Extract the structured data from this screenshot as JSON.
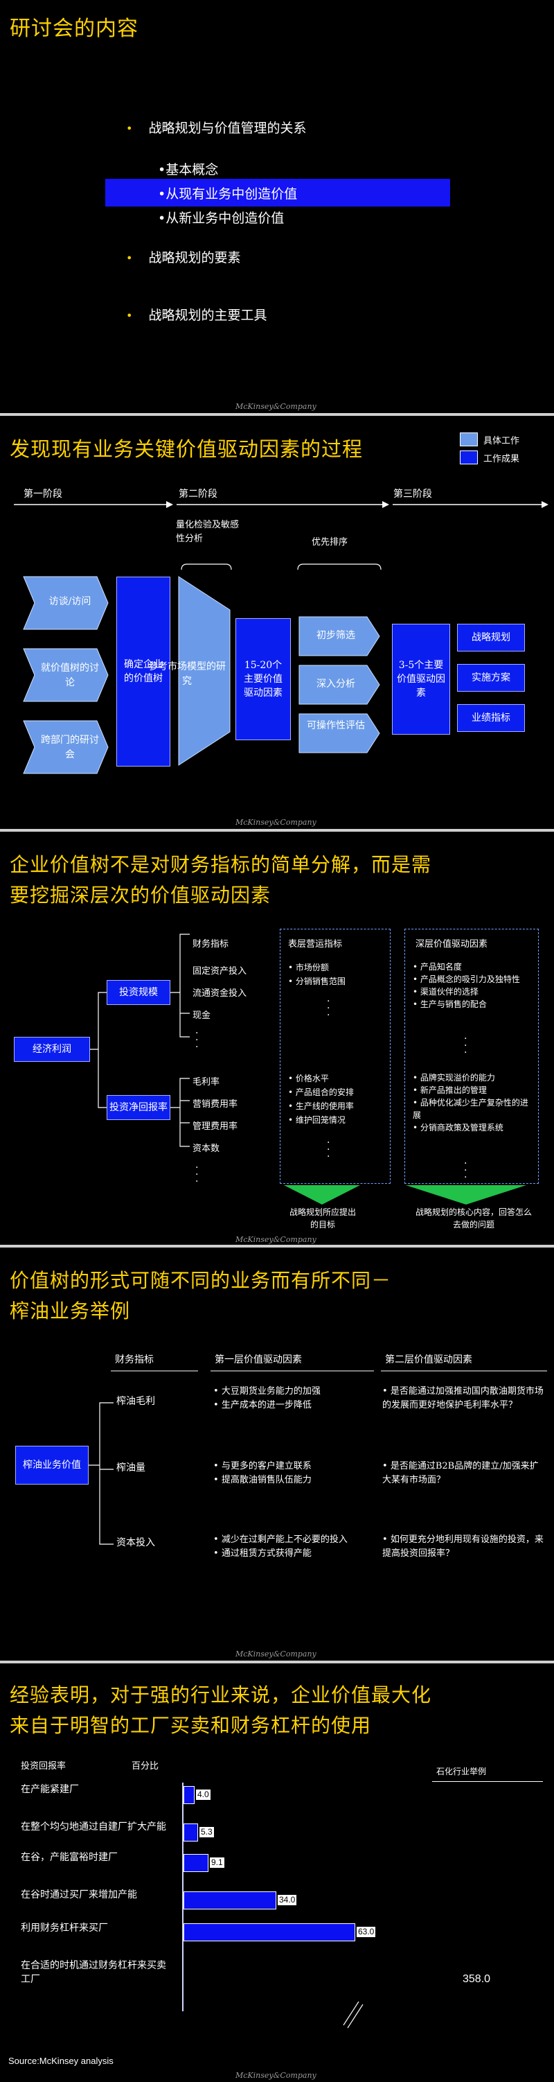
{
  "footer_brand": "McKinsey&Company",
  "slide1": {
    "title": "研讨会的内容",
    "items": [
      "战略规划与价值管理的关系",
      "战略规划的要素",
      "战略规划的主要工具"
    ],
    "subitems": [
      "基本概念",
      "从现有业务中创造价值",
      "从新业务中创造价值"
    ],
    "highlight_color": "#1414f5"
  },
  "slide2": {
    "title": "发现现有业务关键价值驱动因素的过程",
    "legend": [
      "具体工作",
      "工作成果"
    ],
    "phases": [
      "第一阶段",
      "第二阶段",
      "第三阶段"
    ],
    "notes": [
      "量化检验及敏感性分析",
      "优先排序"
    ],
    "left_arrows": [
      "访谈/访问",
      "就价值树的讨论",
      "跨部门的研讨会"
    ],
    "box_value_tree": "确定企业的价值树",
    "funnel": "参考市场模型的研究",
    "box_drivers": "15-20个主要价值驱动因素",
    "mid_arrows": [
      "初步筛选",
      "深入分析",
      "可操作性评估"
    ],
    "box_key": "3-5个主要价值驱动因素",
    "outputs": [
      "战略规划",
      "实施方案",
      "业绩指标"
    ]
  },
  "slide3": {
    "title_line1": "企业价值树不是对财务指标的简单分解，而是需",
    "title_line2": "要挖掘深层次的价值驱动因素",
    "root": "经济利润",
    "level1": [
      "投资规模",
      "投资净回报率"
    ],
    "col_headers": [
      "财务指标",
      "表层营运指标",
      "深层价值驱动因素"
    ],
    "fin_top": [
      "固定资产投入",
      "流通资金投入",
      "现金"
    ],
    "fin_bottom": [
      "毛利率",
      "营销费用率",
      "管理费用率",
      "资本数"
    ],
    "surface_top": [
      "市场份额",
      "分销销售范围"
    ],
    "surface_bottom": [
      "价格水平",
      "产品组合的安排",
      "生产线的使用率",
      "维护回笼情况"
    ],
    "deep_top": [
      "产品知名度",
      "产品概念的吸引力及独特性",
      "渠道伙伴的选择",
      "生产与销售的配合"
    ],
    "deep_bottom": [
      "品牌实现溢价的能力",
      "新产品推出的管理",
      "品种优化减少生产复杂性的进展",
      "分销商政策及管理系统"
    ],
    "arrow_left": "战略规划所应提出的目标",
    "arrow_right": "战略规划的核心内容，回答怎么去做的问题"
  },
  "slide4": {
    "title_line1": "价值树的形式可随不同的业务而有所不同－",
    "title_line2": "榨油业务举例",
    "headers": [
      "财务指标",
      "第一层价值驱动因素",
      "第二层价值驱动因素"
    ],
    "root": "榨油业务价值",
    "rows": [
      {
        "metric": "榨油毛利",
        "l1": [
          "大豆期货业务能力的加强",
          "生产成本的进一步降低"
        ],
        "l2": [
          "是否能通过加强推动国内散油期货市场的发展而更好地保护毛利率水平？"
        ]
      },
      {
        "metric": "榨油量",
        "l1": [
          "与更多的客户建立联系",
          "提高散油销售队伍能力"
        ],
        "l2": [
          "是否能通过B2B品牌的建立/加强来扩大某有市场面？"
        ]
      },
      {
        "metric": "资本投入",
        "l1": [
          "减少在过剩产能上不必要的投入",
          "通过租赁方式获得产能"
        ],
        "l2": [
          "如何更充分地利用现有设施的投资，来提高投资回报率？"
        ]
      }
    ]
  },
  "slide5": {
    "title_line1": "经验表明，对于强的行业来说，企业价值最大化",
    "title_line2": "来自于明智的工厂买卖和财务杠杆的使用",
    "axis_label_left": "投资回报率",
    "axis_label_unit": "百分比",
    "example_label": "石化行业举例",
    "source": "Source:McKinsey analysis"
  },
  "chart_data": {
    "type": "bar",
    "orientation": "horizontal",
    "title": "",
    "xlabel": "百分比",
    "ylabel": "投资回报率",
    "categories": [
      "在产能紧建厂",
      "在整个均匀地通过自建厂扩大产能",
      "在谷，产能富裕时建厂",
      "在谷时通过买厂来增加产能",
      "利用财务杠杆来买厂",
      "在合适的时机通过财务杠杆来买卖工厂"
    ],
    "values": [
      4.0,
      5.3,
      9.1,
      34.0,
      63.0,
      358.0
    ],
    "value_labels": [
      "4.0",
      "5.3",
      "9.1",
      "34.0",
      "63.0",
      "358.0"
    ],
    "axis_break": true,
    "bar_color": "#0a10f0"
  }
}
